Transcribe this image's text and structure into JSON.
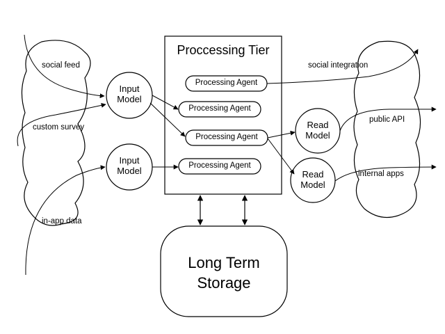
{
  "tier": {
    "title": "Proccessing Tier",
    "agents": [
      "Processing Agent",
      "Processing Agent",
      "Processing Agent",
      "Processing Agent"
    ]
  },
  "input_models": [
    {
      "line1": "Input",
      "line2": "Model"
    },
    {
      "line1": "Input",
      "line2": "Model"
    }
  ],
  "read_models": [
    {
      "line1": "Read",
      "line2": "Model"
    },
    {
      "line1": "Read",
      "line2": "Model"
    }
  ],
  "storage": {
    "line1": "Long Term",
    "line2": "Storage"
  },
  "sources": {
    "social_feed": "social feed",
    "custom_survey": "custom survey",
    "in_app_data": "in-app data"
  },
  "outputs": {
    "social_integration": "social integration",
    "public_api": "public API",
    "internal_apps": "internal apps"
  }
}
